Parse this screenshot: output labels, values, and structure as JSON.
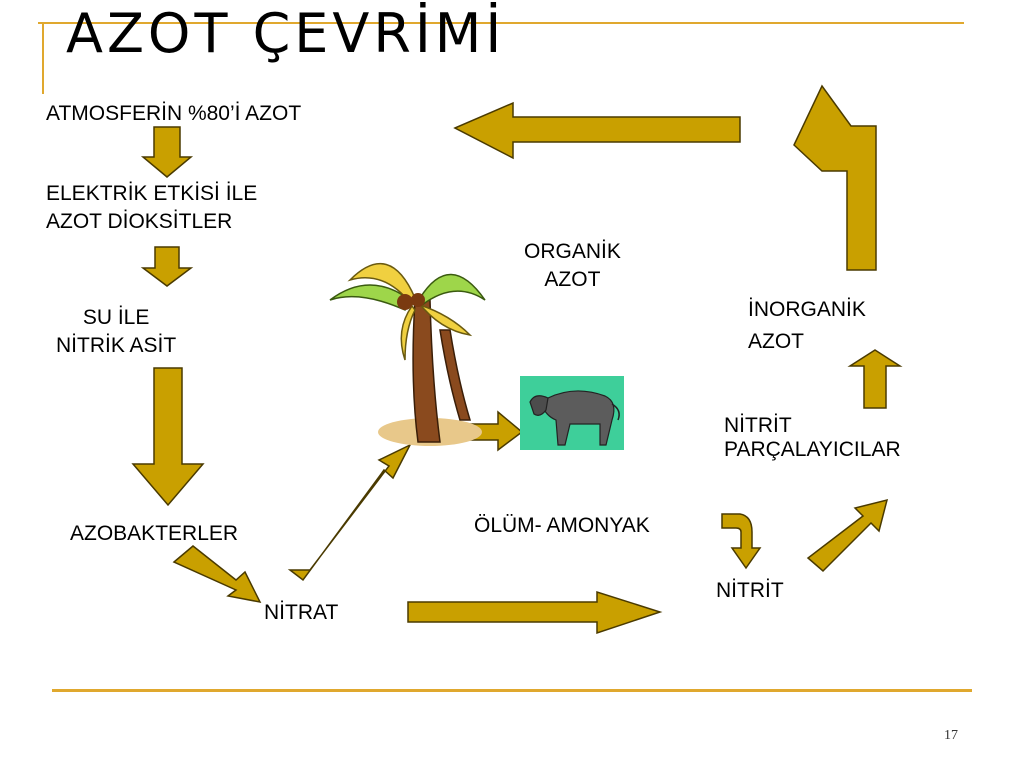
{
  "title": "AZOT  ÇEVRİMİ",
  "page_number": "17",
  "nodes": {
    "atmosphere": "ATMOSFERİN %80’İ AZOT",
    "electric_line1": "ELEKTRİK ETKİSİ İLE",
    "electric_line2": "AZOT DİOKSİTLER",
    "nitric_line1": "SU İLE",
    "nitric_line2": "NİTRİK ASİT",
    "azobacter": "AZOBAKTERLER",
    "nitrate": "NİTRAT",
    "organic_line1": "ORGANİK",
    "organic_line2": "AZOT",
    "death": "ÖLÜM- AMONYAK",
    "nitrite": "NİTRİT",
    "decomposer_line1": "NİTRİT",
    "decomposer_line2": "PARÇALAYICILAR",
    "inorganic_line1": "İNORGANİK",
    "inorganic_line2": "AZOT"
  },
  "colors": {
    "arrow_fill": "#c9a000",
    "frame_line": "#e0a82e",
    "cow_background": "#3ecf9a"
  }
}
